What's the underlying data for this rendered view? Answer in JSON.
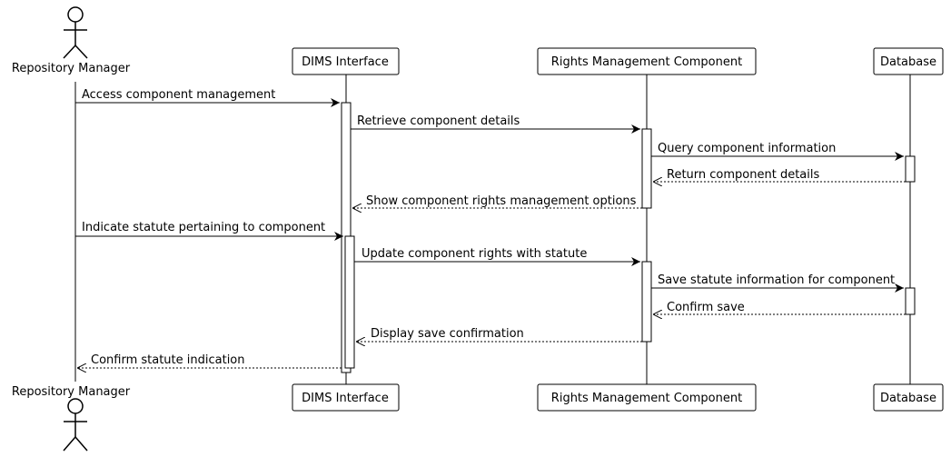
{
  "participants": {
    "actor": "Repository Manager",
    "p1": "DIMS Interface",
    "p2": "Rights Management Component",
    "p3": "Database"
  },
  "messages": [
    "Access component management",
    "Retrieve component details",
    "Query component information",
    "Return component details",
    "Show component rights management options",
    "Indicate statute pertaining to component",
    "Update component rights with statute",
    "Save statute information for component",
    "Confirm save",
    "Display save confirmation",
    "Confirm statute indication"
  ]
}
